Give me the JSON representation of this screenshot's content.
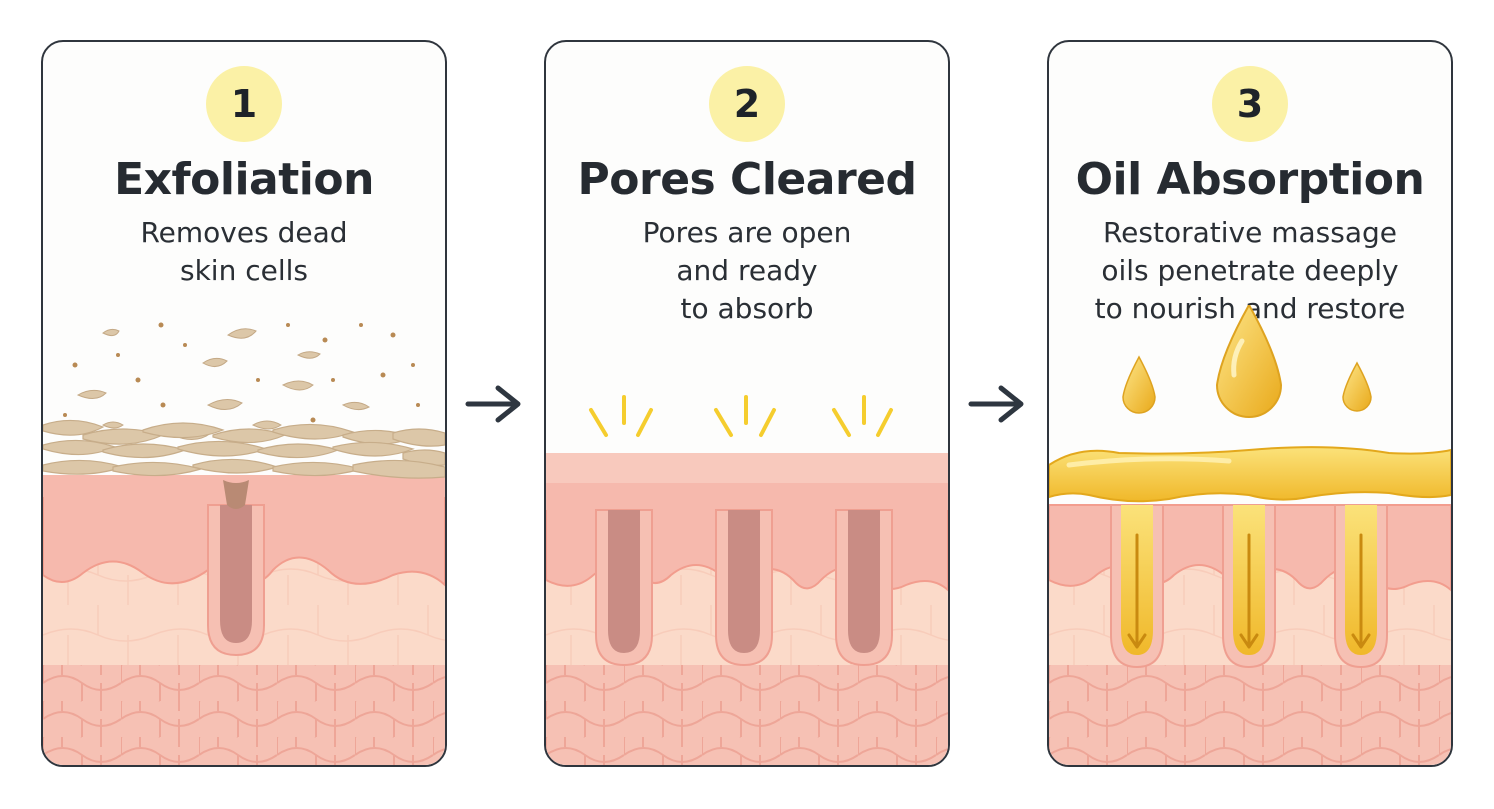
{
  "steps": [
    {
      "number": "1",
      "title": "Exfoliation",
      "description": [
        "Removes dead",
        "skin cells"
      ]
    },
    {
      "number": "2",
      "title": "Pores Cleared",
      "description": [
        "Pores are open",
        "and ready",
        "to absorb"
      ]
    },
    {
      "number": "3",
      "title": "Oil Absorption",
      "description": [
        "Restorative massage",
        "oils penetrate deeply",
        "to nourish and restore"
      ]
    }
  ],
  "colors": {
    "badge": "#fbf1a6",
    "border": "#2f353d",
    "skin_top": "#f6b9ad",
    "skin_mid": "#fbd9c8",
    "skin_cells": "#f6c1b4",
    "pore": "#c98c84",
    "flakes": "#dcc7a8",
    "oil": "#f3c33a",
    "accent_lines": "#f5cd2e"
  },
  "icons": [
    "arrow-right-icon",
    "dead-skin-flakes-icon",
    "open-pore-sparkle-icon",
    "oil-drop-icon"
  ]
}
